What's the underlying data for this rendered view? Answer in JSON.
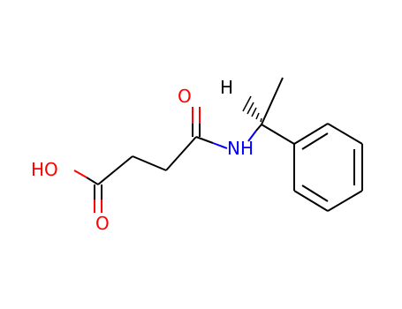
{
  "molecule": {
    "atoms": {
      "oh": "HO",
      "acid_o": "O",
      "amide_o": "O",
      "nh": "NH",
      "h": "H"
    },
    "colors": {
      "bond": "#000000",
      "oxygen": "#ff0000",
      "nitrogen": "#0000ff",
      "carbon": "#000000"
    }
  }
}
